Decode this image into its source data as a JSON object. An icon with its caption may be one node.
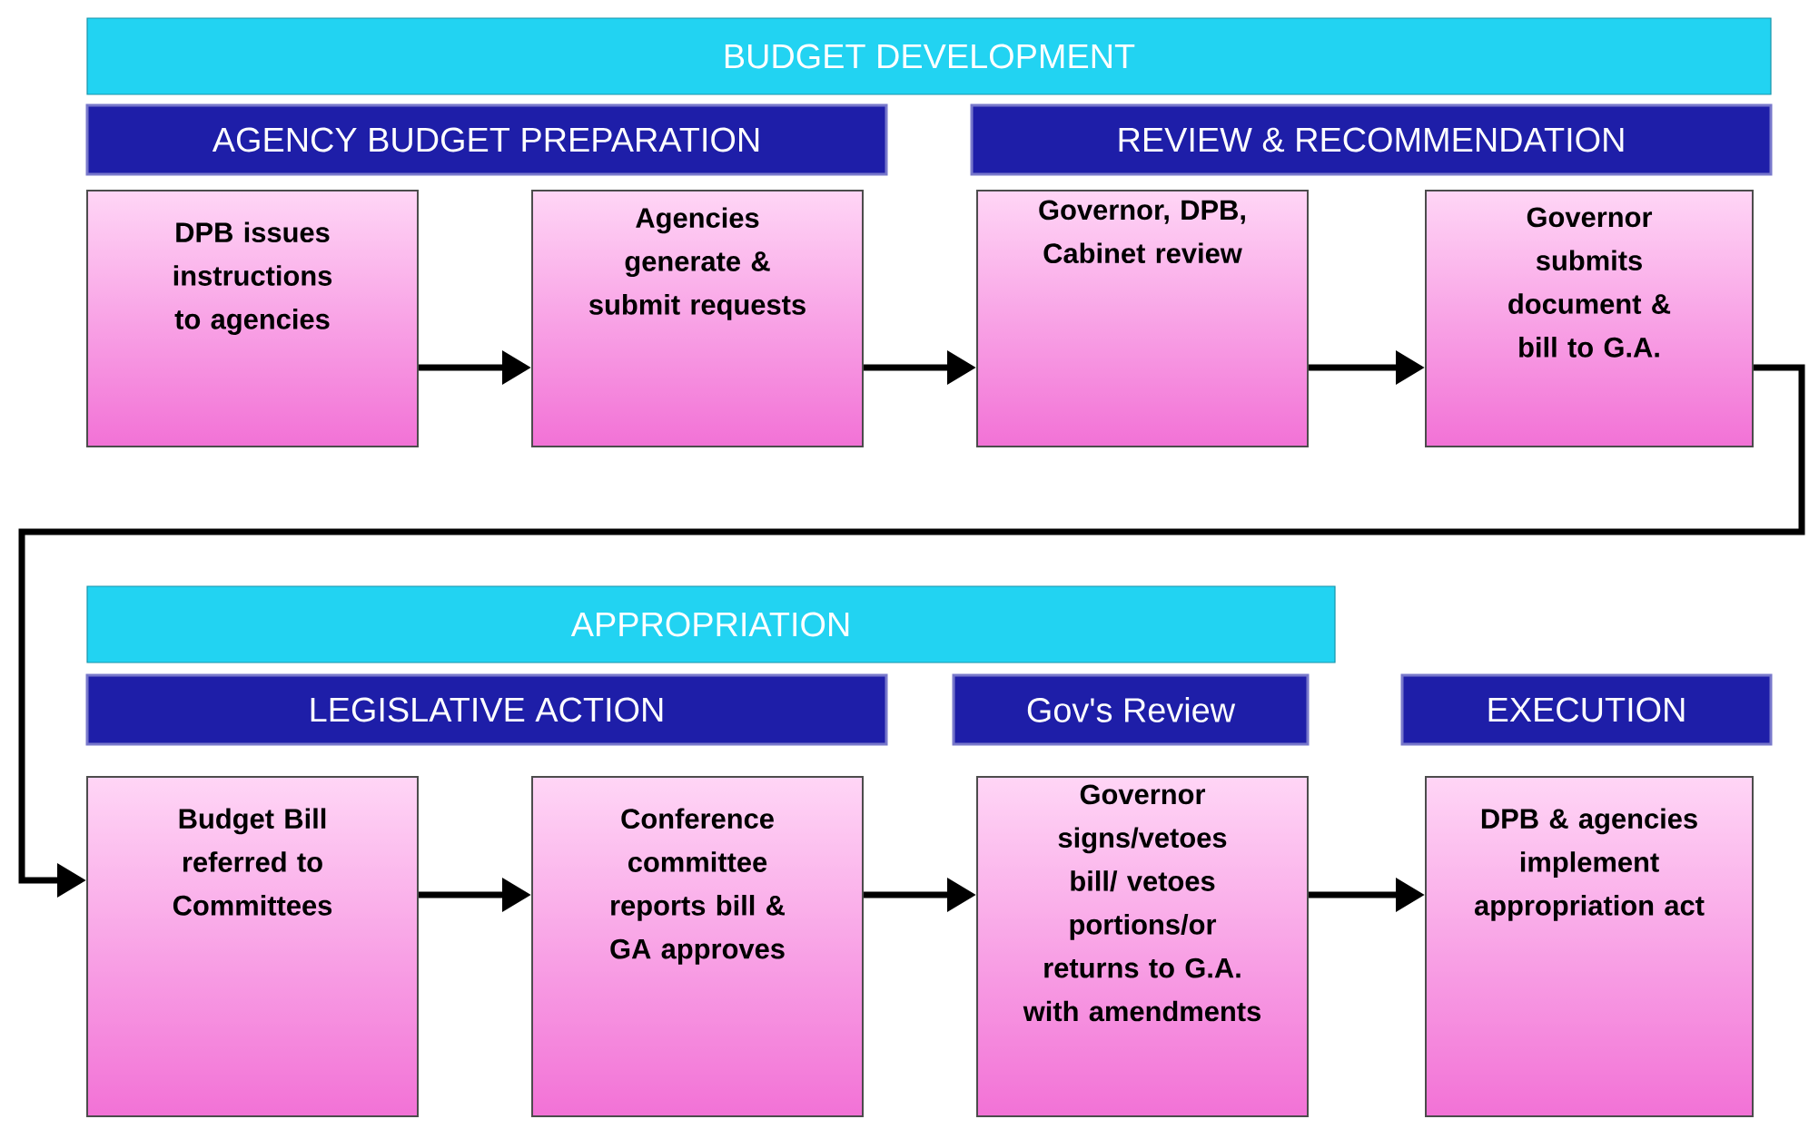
{
  "diagram": {
    "nodes": [
      {
        "text": [
          "BUDGET DEVELOPMENT"
        ]
      },
      {
        "text": [
          "AGENCY BUDGET PREPARATION"
        ]
      },
      {
        "text": [
          "REVIEW & RECOMMENDATION"
        ]
      },
      {
        "text": [
          "DPB issues instructions to agencies"
        ]
      },
      {
        "text": [
          "Agencies generate & submit requests"
        ]
      },
      {
        "text": [
          "Governor, DPB, Cabinet review"
        ]
      },
      {
        "text": [
          "Governor submits document & bill to G.A."
        ]
      },
      {
        "text": [
          "APPROPRIATION"
        ]
      },
      {
        "text": [
          "LEGISLATIVE ACTION"
        ]
      },
      {
        "text": [
          "Gov's Review"
        ]
      },
      {
        "text": [
          "EXECUTION"
        ]
      },
      {
        "text": [
          "Budget Bill referred to Committees"
        ]
      },
      {
        "text": [
          "Conference committee reports bill & GA approves"
        ]
      },
      {
        "text": [
          "Governor signs/vetoes bill/ vetoes portions/or returns to G.A. with amendments"
        ]
      },
      {
        "text": [
          "DPB & agencies implement appropriation act"
        ]
      }
    ],
    "edges": [
      {
        "from": 3,
        "to": 4,
        "arrow": "to"
      },
      {
        "from": 4,
        "to": 5,
        "arrow": "to"
      },
      {
        "from": 5,
        "to": 6,
        "arrow": "to"
      },
      {
        "from": 6,
        "to": 11,
        "arrow": "to"
      },
      {
        "from": 11,
        "to": 12,
        "arrow": "to"
      },
      {
        "from": 12,
        "to": 13,
        "arrow": "to"
      },
      {
        "from": 13,
        "to": 14,
        "arrow": "to"
      }
    ]
  }
}
